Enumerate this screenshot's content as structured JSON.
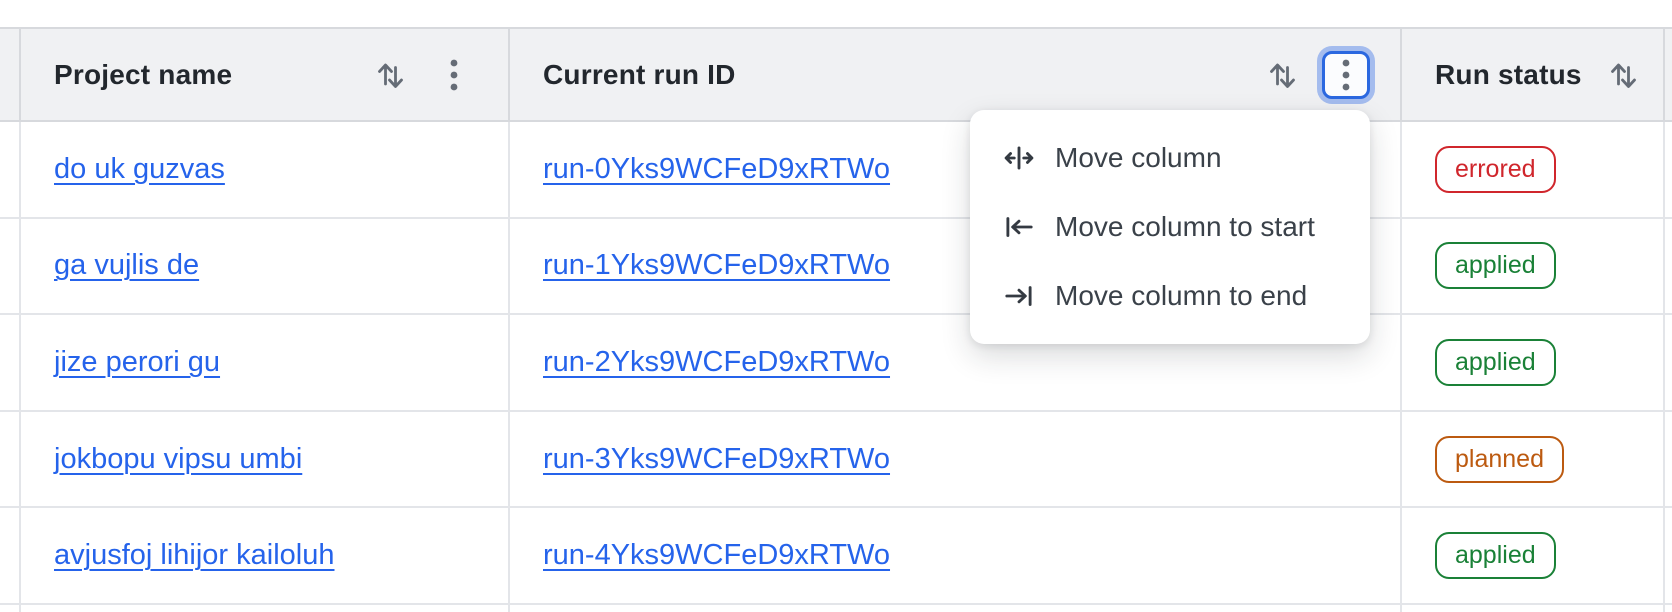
{
  "table": {
    "columns": [
      {
        "label": "Project name",
        "sortable": true,
        "has_menu": true
      },
      {
        "label": "Current run ID",
        "sortable": true,
        "has_menu": true,
        "menu_open": true
      },
      {
        "label": "Run status",
        "sortable": true,
        "has_menu": false
      }
    ],
    "rows": [
      {
        "project_name": "do uk guzvas",
        "run_id": "run-0Yks9WCFeD9xRTWo",
        "status": "errored"
      },
      {
        "project_name": "ga vujlis de",
        "run_id": "run-1Yks9WCFeD9xRTWo",
        "status": "applied"
      },
      {
        "project_name": "jize perori gu",
        "run_id": "run-2Yks9WCFeD9xRTWo",
        "status": "applied"
      },
      {
        "project_name": "jokbopu vipsu umbi",
        "run_id": "run-3Yks9WCFeD9xRTWo",
        "status": "planned"
      },
      {
        "project_name": "avjusfoj lihijor kailoluh",
        "run_id": "run-4Yks9WCFeD9xRTWo",
        "status": "applied"
      }
    ]
  },
  "context_menu": {
    "attached_to_column": "Current run ID",
    "items": [
      {
        "label": "Move column",
        "icon": "move-column-icon"
      },
      {
        "label": "Move column to start",
        "icon": "move-column-to-start-icon"
      },
      {
        "label": "Move column to end",
        "icon": "move-column-to-end-icon"
      }
    ]
  },
  "colors": {
    "link_blue": "#2563eb",
    "status_errored": "#d0262c",
    "status_applied": "#1a8137",
    "status_planned": "#bc5a10",
    "focus_ring": "#2b68e0",
    "header_background": "#f0f1f3",
    "icon_gray": "#656c76"
  }
}
